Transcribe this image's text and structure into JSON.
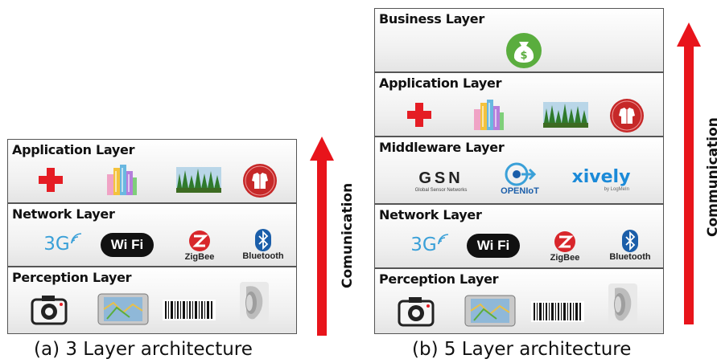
{
  "panel_a": {
    "caption": "(a) 3 Layer architecture",
    "arrow_label": "Comunication",
    "layers": [
      {
        "title": "Application Layer"
      },
      {
        "title": "Network Layer"
      },
      {
        "title": "Perception Layer"
      }
    ]
  },
  "panel_b": {
    "caption": "(b) 5 Layer architecture",
    "arrow_label": "Communication",
    "layers": [
      {
        "title": "Business Layer"
      },
      {
        "title": "Application Layer"
      },
      {
        "title": "Middleware Layer"
      },
      {
        "title": "Network Layer"
      },
      {
        "title": "Perception Layer"
      }
    ]
  },
  "icon_text": {
    "three_g": "3G",
    "wifi": "Wi Fi",
    "zigbee": "ZigBee",
    "bluetooth": "Bluetooth",
    "gsn": "GSN",
    "gsn_sub": "Global Sensor Networks",
    "openiot": "OPENIoT",
    "xively": "xively",
    "xively_sub": "by LogMeIn"
  },
  "colors": {
    "arrow": "#e8141b",
    "border": "#555555",
    "red_cross": "#e51d24",
    "money_bag": "#5aad3e"
  }
}
